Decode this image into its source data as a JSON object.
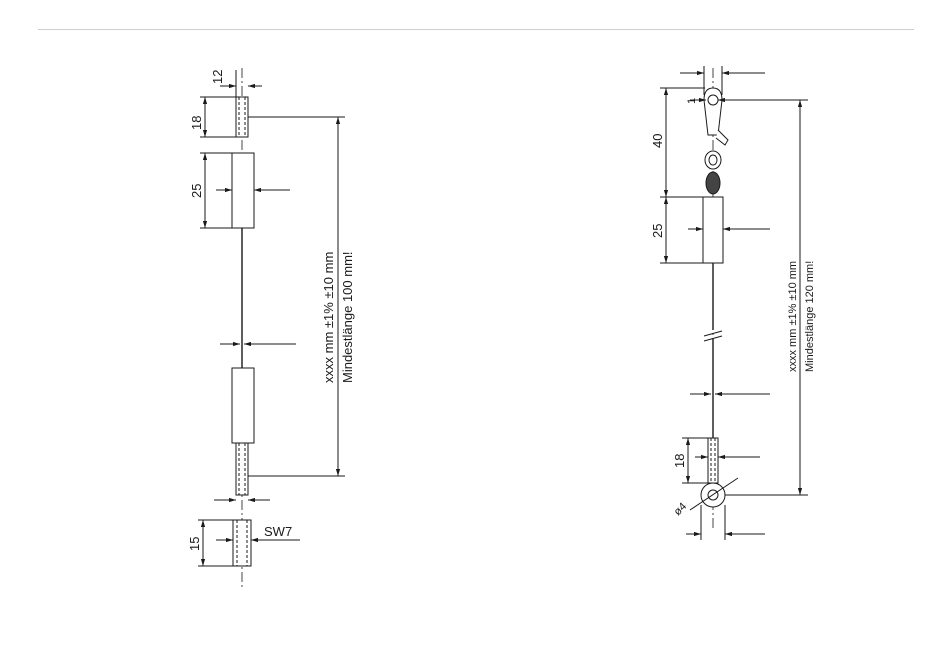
{
  "drawing_left": {
    "dims": {
      "d12": "12",
      "d18": "18",
      "d25": "25",
      "d15": "15",
      "sw": "SW7"
    },
    "length_label": "xxxx mm ±1% ±10 mm",
    "min_label": "Mindestlänge 100 mm!"
  },
  "drawing_right": {
    "dims": {
      "d1": "1",
      "d40": "40",
      "d25": "25",
      "d18": "18",
      "dia": "ø4"
    },
    "length_label": "xxxx mm ±1% ±10 mm",
    "min_label": "Mindestlänge 120 mm!"
  }
}
